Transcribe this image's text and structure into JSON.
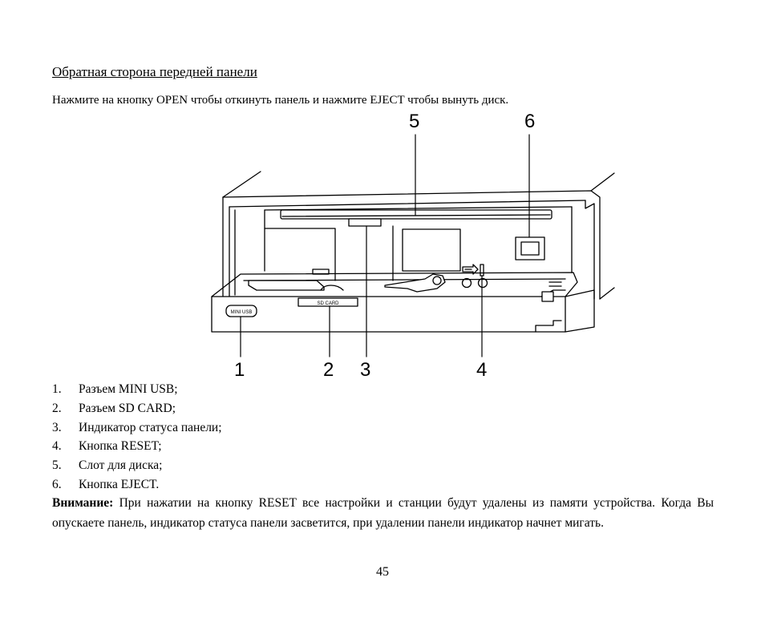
{
  "heading": "Обратная сторона передней панели",
  "intro": "Нажмите на кнопку OPEN чтобы откинуть панель и нажмите EJECT чтобы вынуть диск.",
  "diagram": {
    "callouts_top": [
      "5",
      "6"
    ],
    "callouts_bottom": [
      "1",
      "2",
      "3",
      "4"
    ],
    "port_label_usb": "MINI USB",
    "port_label_sd": "SD CARD"
  },
  "items": [
    {
      "num": "1.",
      "text": "Разъем MINI USB;"
    },
    {
      "num": "2.",
      "text": "Разъем SD CARD;"
    },
    {
      "num": "3.",
      "text": "Индикатор статуса панели;"
    },
    {
      "num": "4.",
      "text": "Кнопка RESET;"
    },
    {
      "num": "5.",
      "text": "Слот для диска;"
    },
    {
      "num": "6.",
      "text": "Кнопка EJECT."
    }
  ],
  "warning": {
    "label": "Внимание:",
    "text": " При нажатии на кнопку RESET все настройки и станции будут удалены из памяти устройства. Когда Вы опускаете панель, индикатор статуса панели засветится, при удалении панели индикатор начнет мигать."
  },
  "page_number": "45"
}
